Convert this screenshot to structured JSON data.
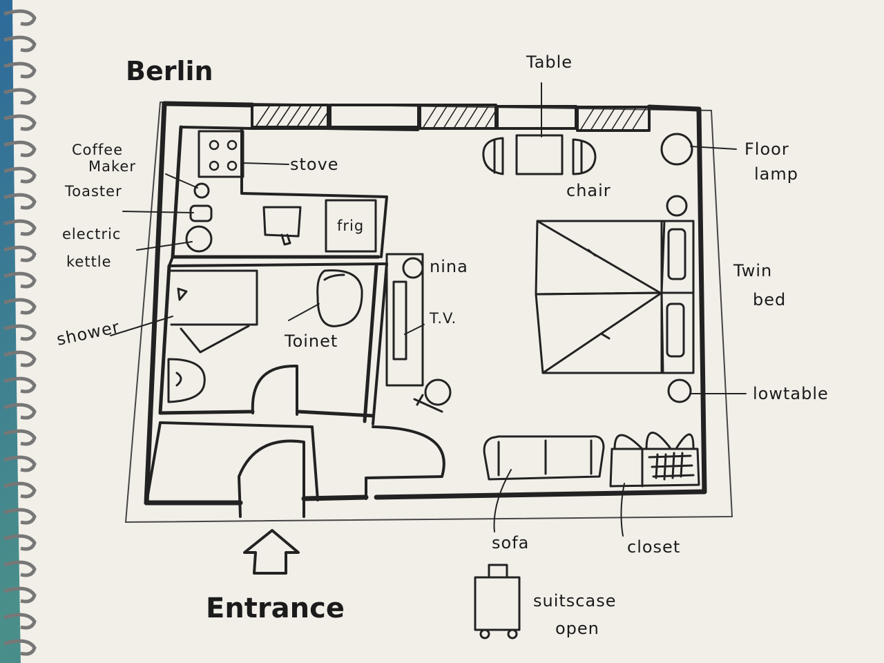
{
  "title": "Berlin",
  "labels": {
    "table": "Table",
    "floor_lamp_1": "Floor",
    "floor_lamp_2": "lamp",
    "coffee_maker_1": "Coffee",
    "coffee_maker_2": "Maker",
    "stove": "stove",
    "toaster": "Toaster",
    "chair": "chair",
    "electric_kettle_1": "electric",
    "electric_kettle_2": "kettle",
    "frig": "frig",
    "nina": "nina",
    "twin_bed_1": "Twin",
    "twin_bed_2": "bed",
    "tv": "T.V.",
    "shower": "shower",
    "toilet": "Toinet",
    "lowtable": "lowtable",
    "sofa": "sofa",
    "closet": "closet",
    "entrance": "Entrance",
    "suitcase_1": "suitscase",
    "suitcase_2": "open"
  },
  "colors": {
    "paper": "#f2efe9",
    "ink": "#1f1f1f",
    "background": "#3d6f9a"
  }
}
